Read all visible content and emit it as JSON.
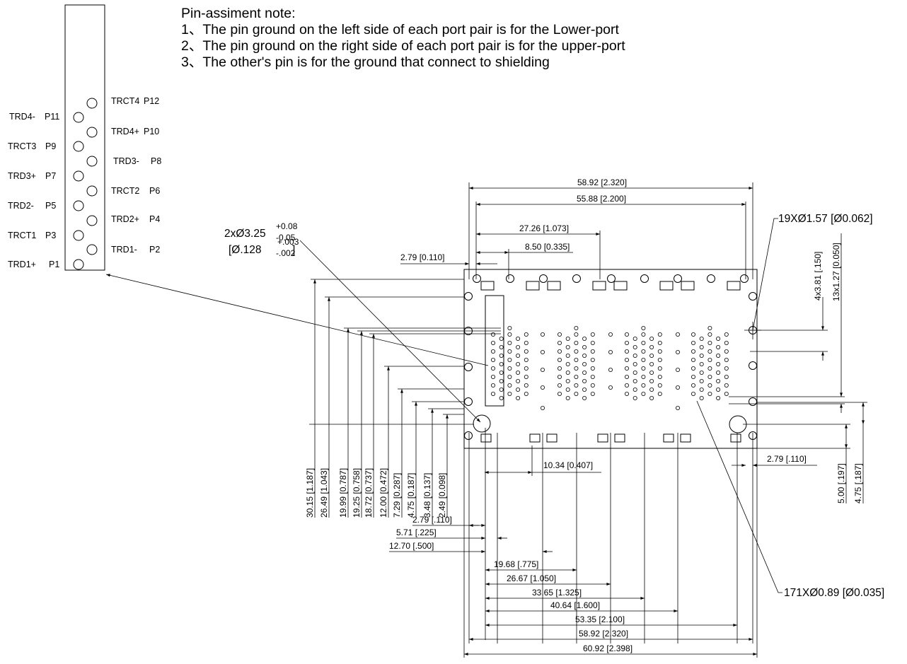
{
  "notes": {
    "title": "Pin-assiment note:",
    "lines": [
      "1、The pin ground on the left side of each port pair is for the Lower-port",
      "2、The pin ground on the right side of each port pair is for the upper-port",
      "3、The other's pin is for the ground that connect to shielding"
    ]
  },
  "pins": {
    "right": [
      {
        "name": "TRCT4",
        "pin": "P12"
      },
      {
        "name": "TRD4+",
        "pin": "P10"
      },
      {
        "name": "TRD3-",
        "pin": "P8"
      },
      {
        "name": "TRCT2",
        "pin": "P6"
      },
      {
        "name": "TRD2+",
        "pin": "P4"
      },
      {
        "name": "TRD1-",
        "pin": "P2"
      }
    ],
    "left": [
      {
        "name": "TRD4-",
        "pin": "P11"
      },
      {
        "name": "TRCT3",
        "pin": "P9"
      },
      {
        "name": "TRD3+",
        "pin": "P7"
      },
      {
        "name": "TRD2-",
        "pin": "P5"
      },
      {
        "name": "TRCT1",
        "pin": "P3"
      },
      {
        "name": "TRD1+",
        "pin": "P1"
      }
    ]
  },
  "callouts": {
    "mount_hole_main": "2xØ3.25",
    "mount_hole_tol_plus": "+0.08",
    "mount_hole_tol_minus": "-0.05",
    "mount_hole_in": "[Ø.128",
    "mount_hole_in_tol_plus": "+.003",
    "mount_hole_in_tol_minus": "-.002",
    "mount_hole_in_close": "]",
    "pin_holes_large": "19XØ1.57 [Ø0.062]",
    "pin_holes_small": "171XØ0.89 [Ø0.035]"
  },
  "dims_top": {
    "total_width": "58.92 [2.320]",
    "inner_width": "55.88 [2.200]",
    "half_width": "27.26 [1.073]",
    "offset_8_50": "8.50 [0.335]",
    "offset_2_79": "2.79 [0.110]"
  },
  "dims_right": {
    "pitch_4x": "4x3.81 [.150]",
    "pitch_13x": "13x1.27 [0.050]",
    "offset_right": "2.79 [.110]",
    "v_5_00": "5.00 [.197]",
    "v_4_75": "4.75 [.187]"
  },
  "dims_left_vertical": [
    "30.15 [1.187]",
    "26.49 [1.043]",
    "19.99 [0.787]",
    "19.25 [0.758]",
    "18.72 [0.737]",
    "12.00 [0.472]",
    "7.29 [0.287]",
    "4.75 [0.187]",
    "3.48 [0.137]",
    "2.49 [0.098]"
  ],
  "dims_bottom": {
    "d_10_34": "10.34 [0.407]",
    "d_2_79": "2.79 [.110]",
    "d_5_71": "5.71 [.225]",
    "d_12_70": "12.70 [.500]",
    "d_19_68": "19.68 [.775]",
    "d_26_67": "26.67 [1.050]",
    "d_33_65": "33.65 [1.325]",
    "d_40_64": "40.64 [1.600]",
    "d_53_35": "53.35 [2.100]",
    "d_58_92": "58.92 [2.320]",
    "d_60_92": "60.92 [2.398]"
  }
}
